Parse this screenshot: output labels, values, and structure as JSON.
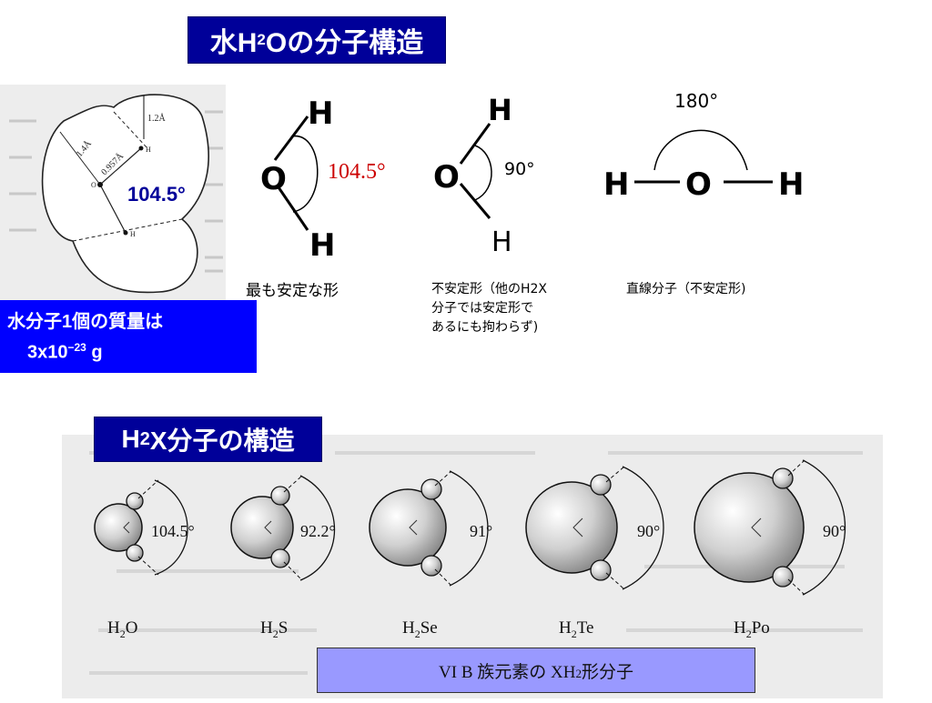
{
  "title_top": {
    "main": "水H",
    "sub": "2",
    "rest": "Oの分子構造"
  },
  "mass": {
    "line1": "水分子1個の質量は",
    "base": "3x10",
    "exp": "−23",
    "unit": " g"
  },
  "left_diagram": {
    "r1": "1.2Å",
    "r2": "1.4Å",
    "bond": "0.957Å",
    "o": "O",
    "h": "H",
    "angle": "104.5°"
  },
  "shapes": [
    {
      "angle": "104.5°",
      "caption": "最も安定な形"
    },
    {
      "angle": "90°",
      "caption_lines": [
        "不安定形（他のH2X",
        "分子では安定形で",
        "あるにも拘わらず)"
      ]
    },
    {
      "angle": "180°",
      "caption": "直線分子（不安定形)"
    }
  ],
  "atoms": {
    "o": "O",
    "h": "H"
  },
  "title_mid": {
    "main": "H",
    "sub": "2",
    "rest": "X分子の構造"
  },
  "molecules": [
    {
      "angle": "104.5°",
      "label_a": "H",
      "label_sub": "2",
      "label_b": "O"
    },
    {
      "angle": "92.2°",
      "label_a": "H",
      "label_sub": "2",
      "label_b": "S"
    },
    {
      "angle": "91°",
      "label_a": "H",
      "label_sub": "2",
      "label_b": "Se"
    },
    {
      "angle": "90°",
      "label_a": "H",
      "label_sub": "2",
      "label_b": "Te"
    },
    {
      "angle": "90°",
      "label_a": "H",
      "label_sub": "2",
      "label_b": "Po"
    }
  ],
  "group_caption": {
    "a": "VI B  族元素の  XH",
    "sub": "2",
    "b": " 形分子"
  },
  "colors": {
    "title_bg": "#000099",
    "mass_bg": "#0000ff",
    "caption_bg": "#9999ff",
    "angle_red": "#cc0000",
    "angle_blue": "#000099"
  }
}
